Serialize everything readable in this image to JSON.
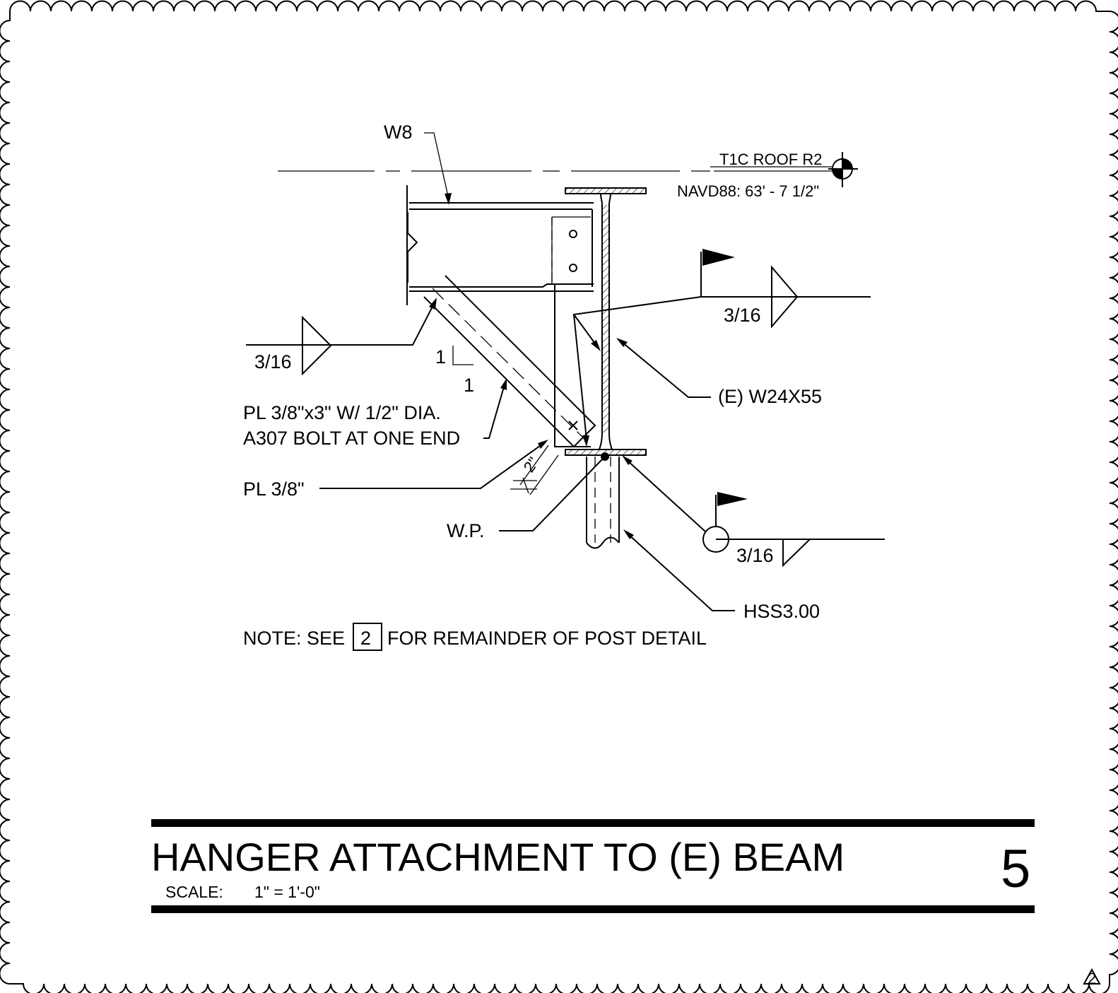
{
  "labels": {
    "w8": "W8",
    "level_name": "T1C ROOF R2",
    "level_elevation": "NAVD88: 63' - 7 1/2\"",
    "weld_top": "3/16",
    "weld_left": "3/16",
    "weld_bottom": "3/16",
    "slope_rise": "1",
    "slope_run": "1",
    "plate_brace_line1": "PL 3/8\"x3\" W/ 1/2\" DIA.",
    "plate_brace_line2": "A307 BOLT AT ONE END",
    "existing_beam": "(E) W24X55",
    "plate": "PL 3/8\"",
    "work_point": "W.P.",
    "hss": "HSS3.00",
    "note_prefix": "NOTE: SEE",
    "note_ref": "2",
    "note_suffix": "FOR REMAINDER OF POST DETAIL",
    "dim_small": "2\"",
    "corner_mark": "2"
  },
  "title_block": {
    "title": "HANGER ATTACHMENT TO (E) BEAM",
    "scale_label": "SCALE:",
    "scale_value": "1\" = 1'-0\"",
    "detail_number": "5"
  }
}
